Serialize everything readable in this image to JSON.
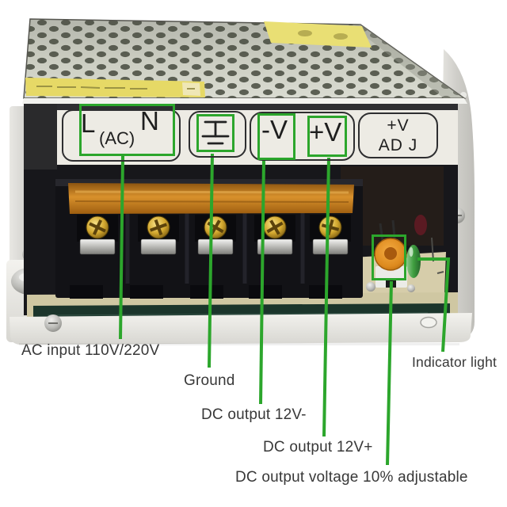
{
  "figure": {
    "description": "Annotated photo diagram of a 12V switching power supply terminal panel"
  },
  "panel": {
    "ac_l": "L",
    "ac_n": "N",
    "ac_sub": "(AC)",
    "ground_symbol": "earth-ground-icon",
    "neg": "-V",
    "pos": "+V",
    "adj_line1": "+V",
    "adj_line2": "AD J"
  },
  "annotations": {
    "ac_input": "AC input 110V/220V",
    "ground": "Ground",
    "dc_neg": "DC output 12V-",
    "dc_pos": "DC output 12V+",
    "adjustable": "DC output voltage 10% adjustable",
    "indicator": "Indicator light"
  },
  "colors": {
    "annotation_green": "#2ca62c",
    "label_text": "#383838",
    "panel_text": "#1e1e1e",
    "amber_cover": "#c8821e",
    "pot_orange": "#e0962e",
    "led_green": "#3f9e3f",
    "brass_screw": "#d8b832"
  }
}
